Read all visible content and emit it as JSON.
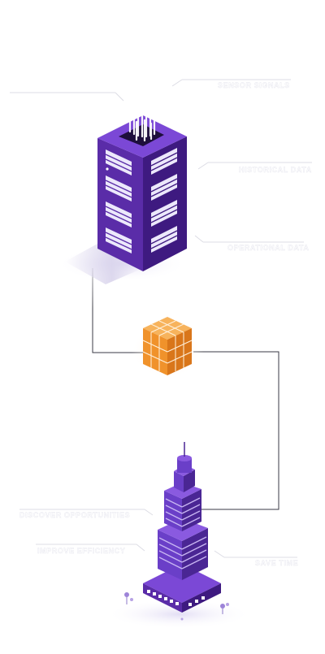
{
  "diagram": {
    "top_labels": {
      "upper_right": "SENSOR SIGNALS",
      "right_middle": "HISTORICAL DATA",
      "right_lower": "OPERATIONAL DATA"
    },
    "bottom_labels": {
      "left_upper": "DISCOVER OPPORTUNITIES",
      "left_lower": "IMPROVE EFFICIENCY",
      "right": "SAVE TIME"
    },
    "colors": {
      "server_face_left": "#5a2ca8",
      "server_face_right": "#3e1a80",
      "server_top": "#7b48d6",
      "window": "#e9e6f8",
      "cube": "#f0922b",
      "cube_light": "#f7b35c",
      "cube_dark": "#d9761a",
      "tower": "#6a3fc8",
      "tower_dark": "#4a2694",
      "connector": "#3a3a44",
      "leader_line": "#d8d8e0",
      "label_text": "#ffffff"
    },
    "icons": {
      "server": "data-server-icon",
      "cube": "processing-cube-icon",
      "tower": "smart-building-icon"
    }
  }
}
